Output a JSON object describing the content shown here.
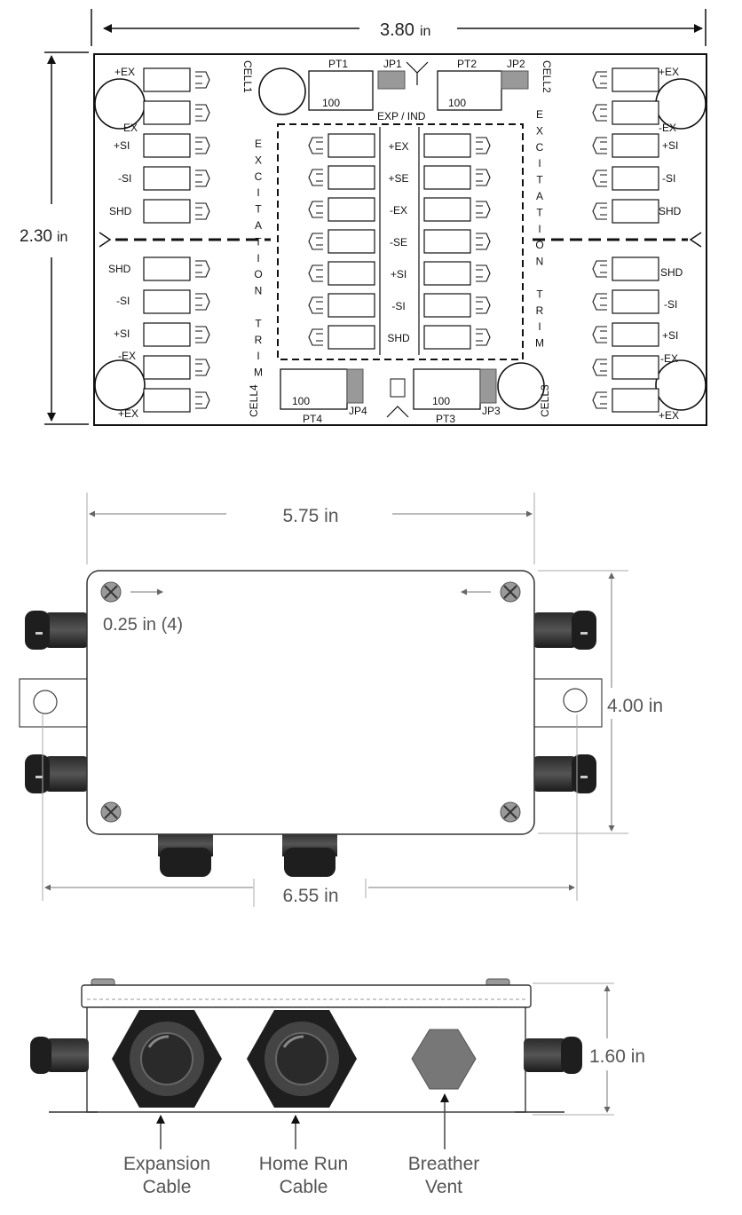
{
  "top_view": {
    "width_dim": "3.80",
    "height_dim": "2.30",
    "dim_unit": "in",
    "cells": [
      "CELL1",
      "CELL2",
      "CELL3",
      "CELL4"
    ],
    "cell_labels_left_top": [
      "+EX",
      "-EX",
      "+SI",
      "-SI",
      "SHD"
    ],
    "cell_labels_left_bottom": [
      "SHD",
      "-SI",
      "+SI",
      "-EX",
      "+EX"
    ],
    "cell_labels_right_top": [
      "+EX",
      "-EX",
      "+SI",
      "-SI",
      "SHD"
    ],
    "cell_labels_right_bottom": [
      "SHD",
      "-SI",
      "+SI",
      "-EX",
      "+EX"
    ],
    "center_labels": [
      "+EX",
      "+SE",
      "-EX",
      "-SE",
      "+SI",
      "-SI",
      "SHD"
    ],
    "trim_letters": [
      "E",
      "X",
      "C",
      "I",
      "T",
      "A",
      "T",
      "I",
      "O",
      "N",
      "",
      "T",
      "R",
      "I",
      "M"
    ],
    "pots": [
      {
        "name": "PT1",
        "value": "100",
        "jumper": "JP1"
      },
      {
        "name": "PT2",
        "value": "100",
        "jumper": "JP2"
      },
      {
        "name": "PT3",
        "value": "100",
        "jumper": "JP3"
      },
      {
        "name": "PT4",
        "value": "100",
        "jumper": "JP4"
      }
    ],
    "exp_ind": "EXP / IND"
  },
  "front_view": {
    "inner_width": "5.75 in",
    "outer_width": "6.55 in",
    "height": "4.00 in",
    "hole_note": "0.25 in (4)"
  },
  "side_view": {
    "height": "1.60 in",
    "callouts": [
      {
        "line1": "Expansion",
        "line2": "Cable"
      },
      {
        "line1": "Home Run",
        "line2": "Cable"
      },
      {
        "line1": "Breather",
        "line2": "Vent"
      }
    ]
  }
}
